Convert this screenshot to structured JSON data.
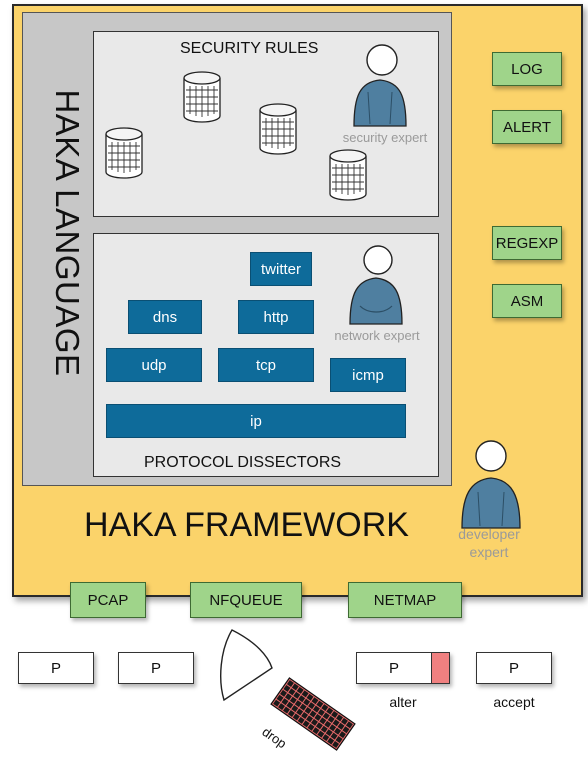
{
  "framework": {
    "label": "HAKA FRAMEWORK"
  },
  "language": {
    "label": "HAKA LANGUAGE"
  },
  "security_rules": {
    "title": "SECURITY RULES",
    "expert": "security expert",
    "database_count": 4
  },
  "protocol_dissectors": {
    "title": "PROTOCOL DISSECTORS",
    "expert": "network expert",
    "protocols": {
      "twitter": "twitter",
      "dns": "dns",
      "http": "http",
      "udp": "udp",
      "tcp": "tcp",
      "icmp": "icmp",
      "ip": "ip"
    }
  },
  "side_modules": {
    "log": "LOG",
    "alert": "ALERT",
    "regexp": "REGEXP",
    "asm": "ASM"
  },
  "developer": {
    "line1": "developer",
    "line2": "expert"
  },
  "capture_modules": {
    "pcap": "PCAP",
    "nfqueue": "NFQUEUE",
    "netmap": "NETMAP"
  },
  "packets": {
    "p1": "P",
    "p2": "P",
    "p3": "P",
    "p4": "P",
    "alter_label": "alter",
    "accept_label": "accept",
    "drop_label": "drop"
  },
  "colors": {
    "framework": "#fbd36a",
    "language": "#c7c7c7",
    "panel": "#e9e9e9",
    "dissector": "#0e6b9a",
    "module": "#9fd48a",
    "person": "#4f7fa0",
    "altered": "#f08080"
  },
  "icons": [
    "database-icon",
    "person-icon",
    "gate-icon",
    "dropped-packet-icon"
  ]
}
